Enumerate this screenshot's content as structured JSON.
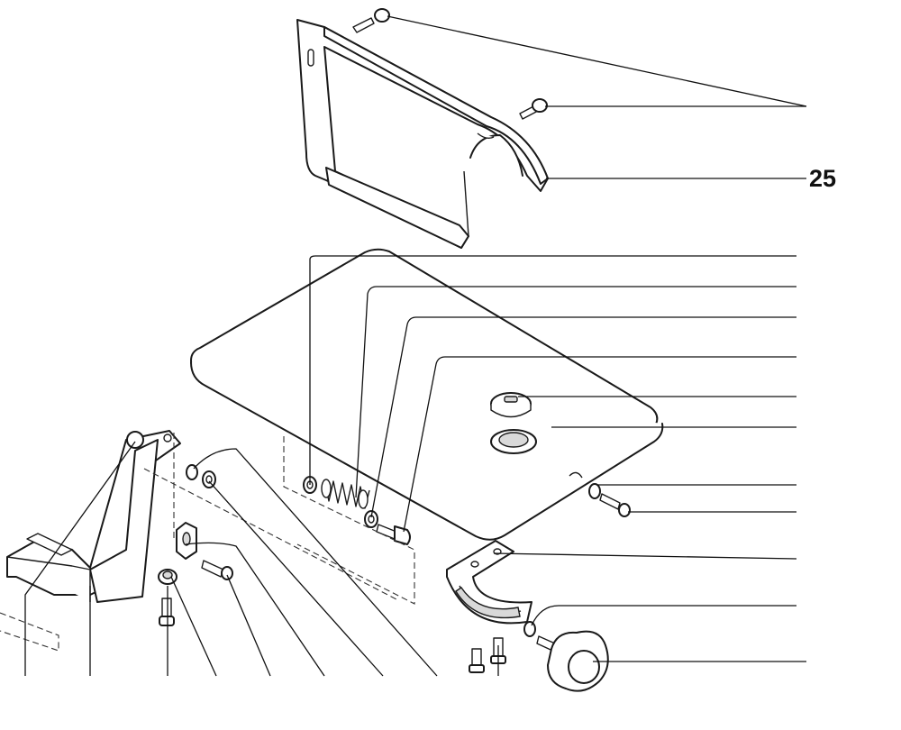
{
  "diagram": {
    "type": "exploded-parts-view",
    "callouts": [
      {
        "id": "25",
        "label": "25"
      }
    ]
  }
}
